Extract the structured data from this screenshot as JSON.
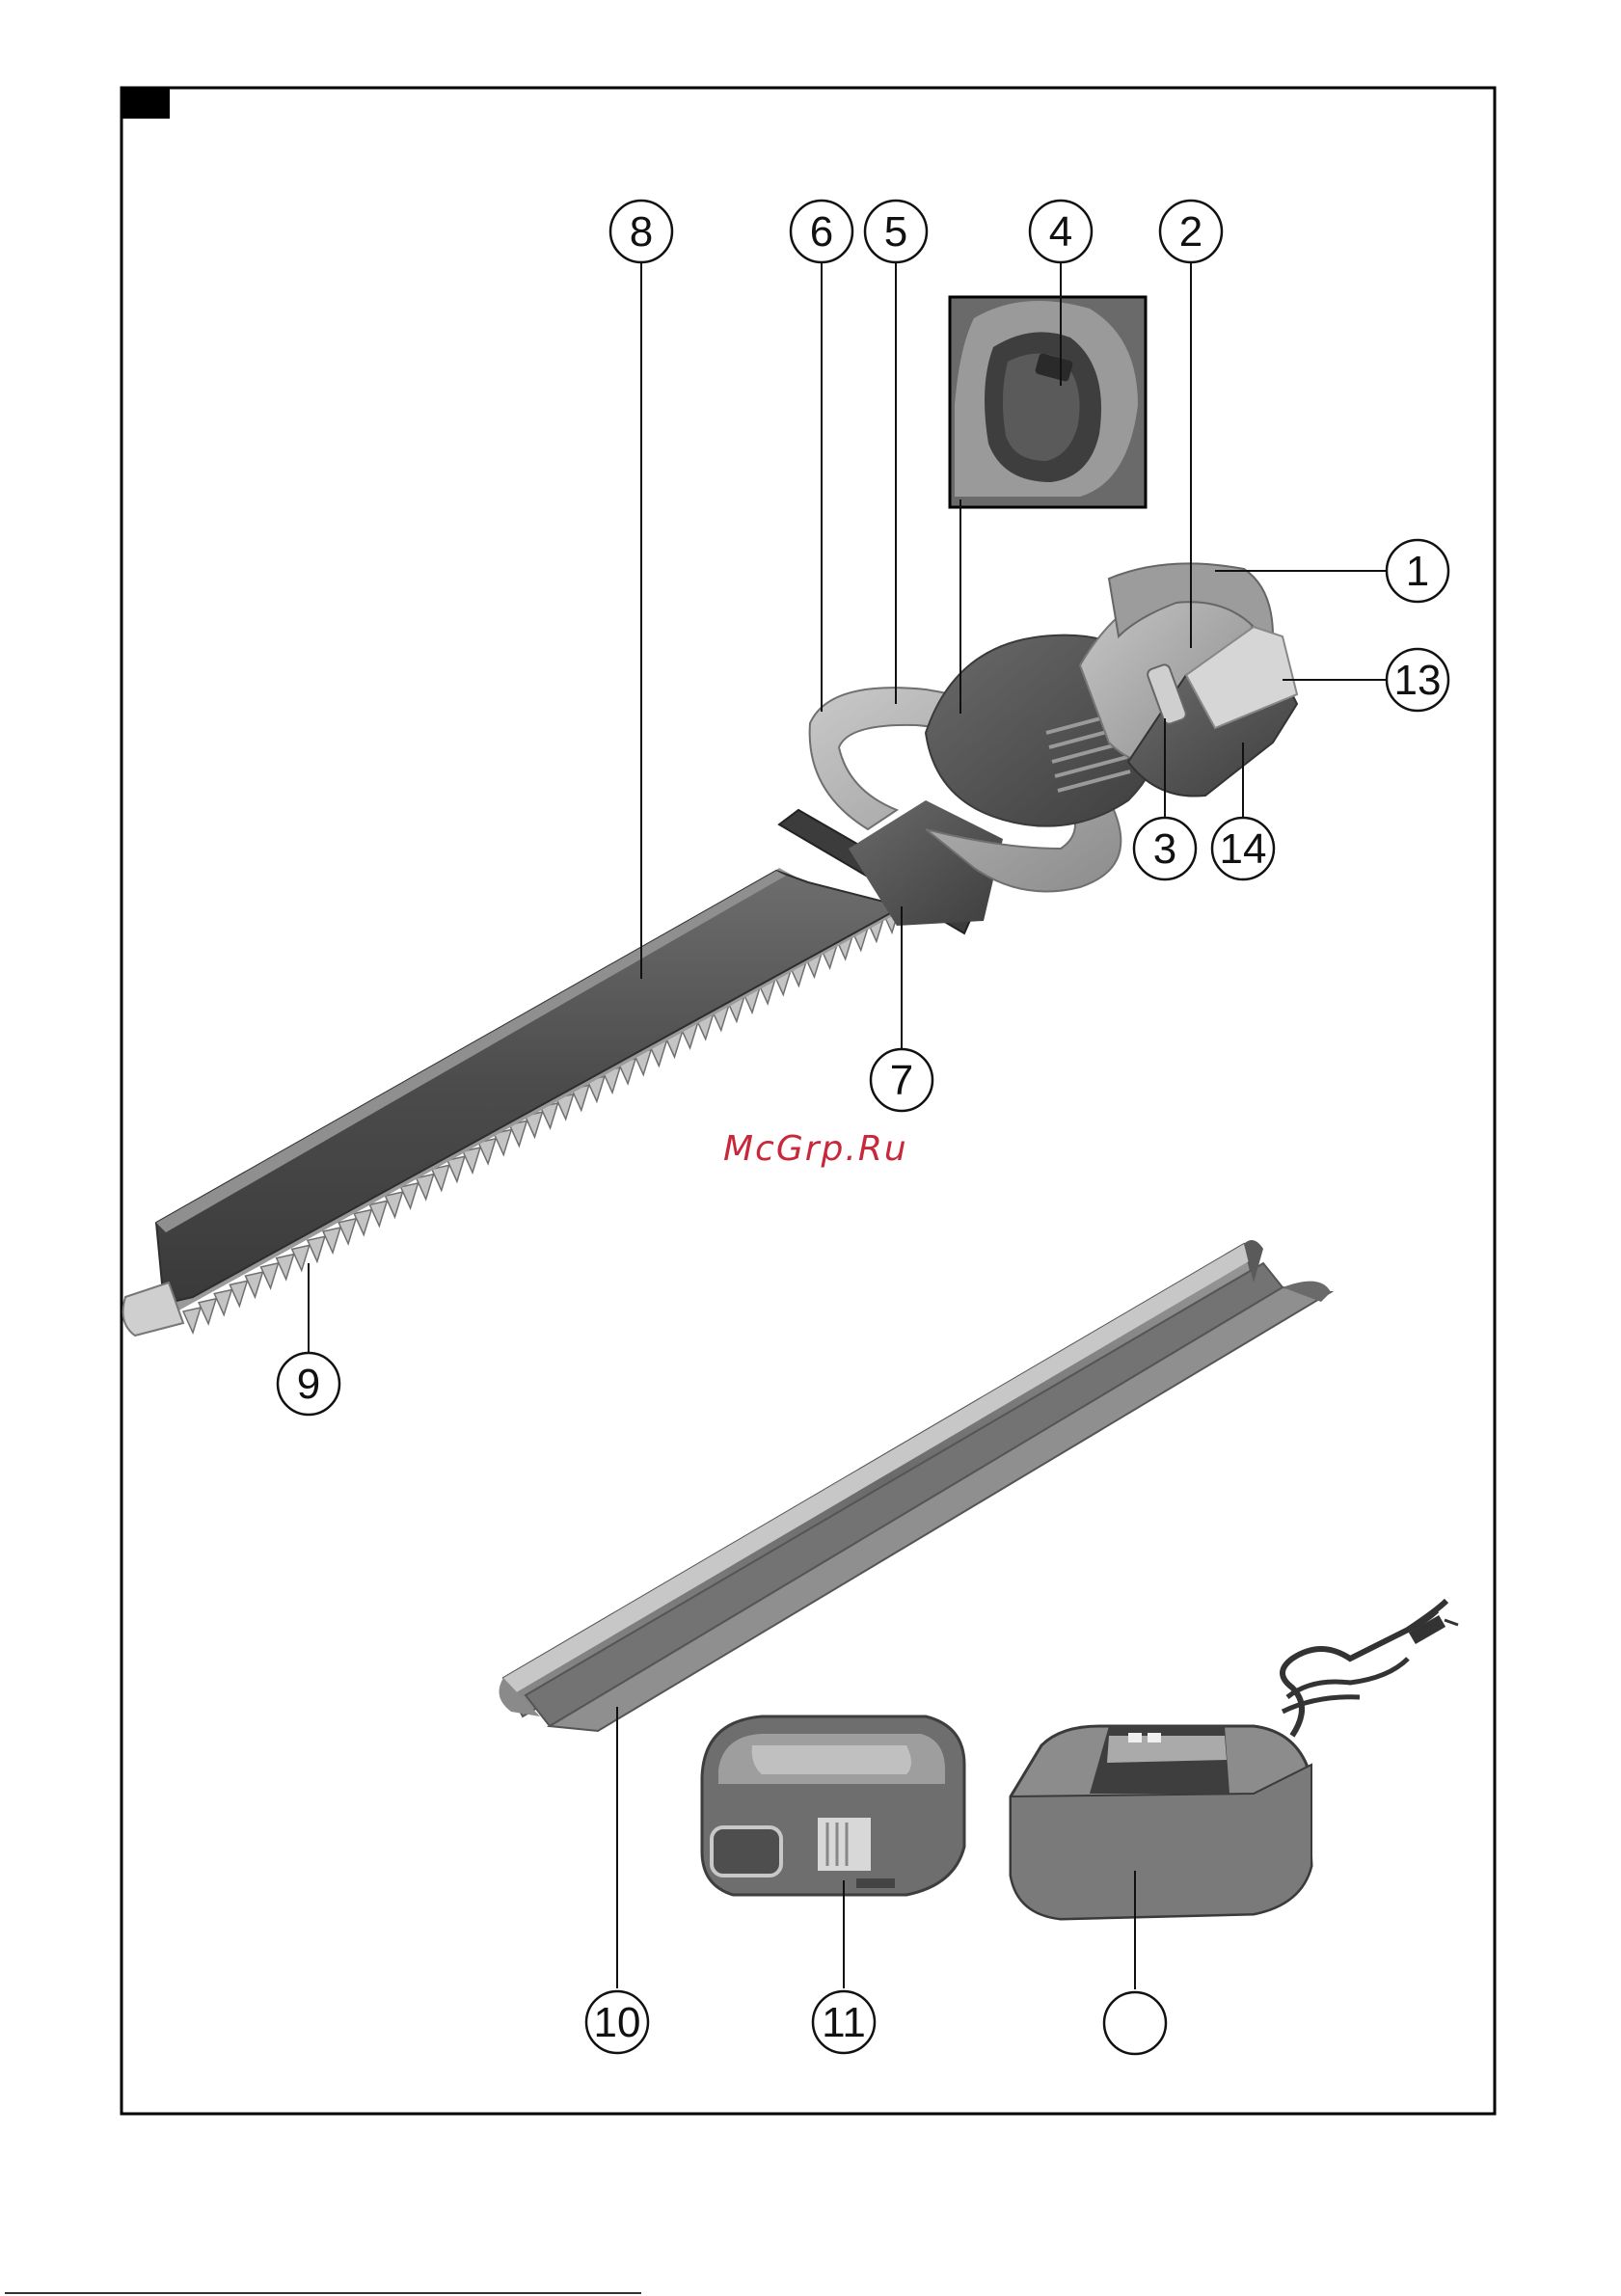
{
  "watermark": "McGrp.Ru",
  "callouts": [
    "1",
    "2",
    "3",
    "4",
    "5",
    "6",
    "7",
    "8",
    "9",
    "10",
    "11",
    "",
    "13",
    "14"
  ],
  "colors": {
    "frame": "#000000",
    "part_dark": "#4a4a4a",
    "part_mid": "#7b7b7b",
    "part_light": "#b8b8b8",
    "watermark": "#c8283a"
  }
}
